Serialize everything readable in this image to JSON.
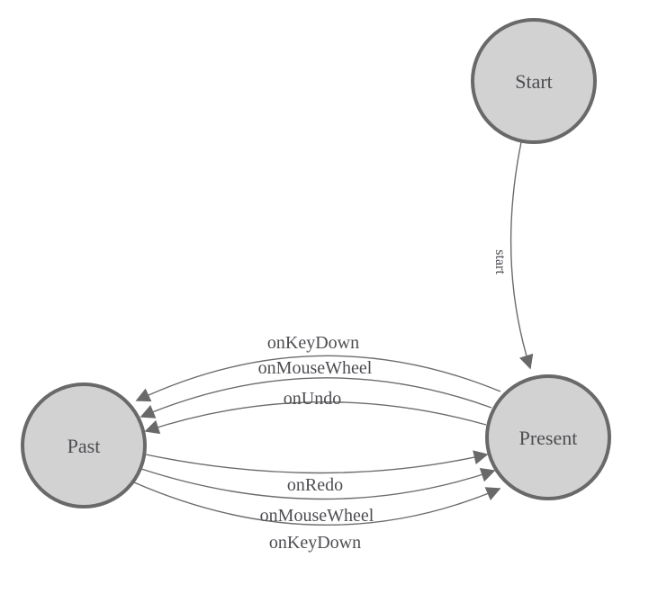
{
  "diagram": {
    "type": "state-machine",
    "background": "#ffffff",
    "colors": {
      "node_fill": "#d2d2d2",
      "node_stroke": "#696969",
      "edge_stroke": "#6b6b6b",
      "arrow_fill": "#696969",
      "label_text": "#4d4d52"
    },
    "nodes": [
      {
        "id": "start",
        "label": "Start"
      },
      {
        "id": "past",
        "label": "Past"
      },
      {
        "id": "present",
        "label": "Present"
      }
    ],
    "edges": [
      {
        "from": "start",
        "to": "present",
        "label": "start"
      },
      {
        "from": "present",
        "to": "past",
        "label": "onKeyDown"
      },
      {
        "from": "present",
        "to": "past",
        "label": "onMouseWheel"
      },
      {
        "from": "present",
        "to": "past",
        "label": "onUndo"
      },
      {
        "from": "past",
        "to": "present",
        "label": "onRedo"
      },
      {
        "from": "past",
        "to": "present",
        "label": "onMouseWheel"
      },
      {
        "from": "past",
        "to": "present",
        "label": "onKeyDown"
      }
    ]
  }
}
